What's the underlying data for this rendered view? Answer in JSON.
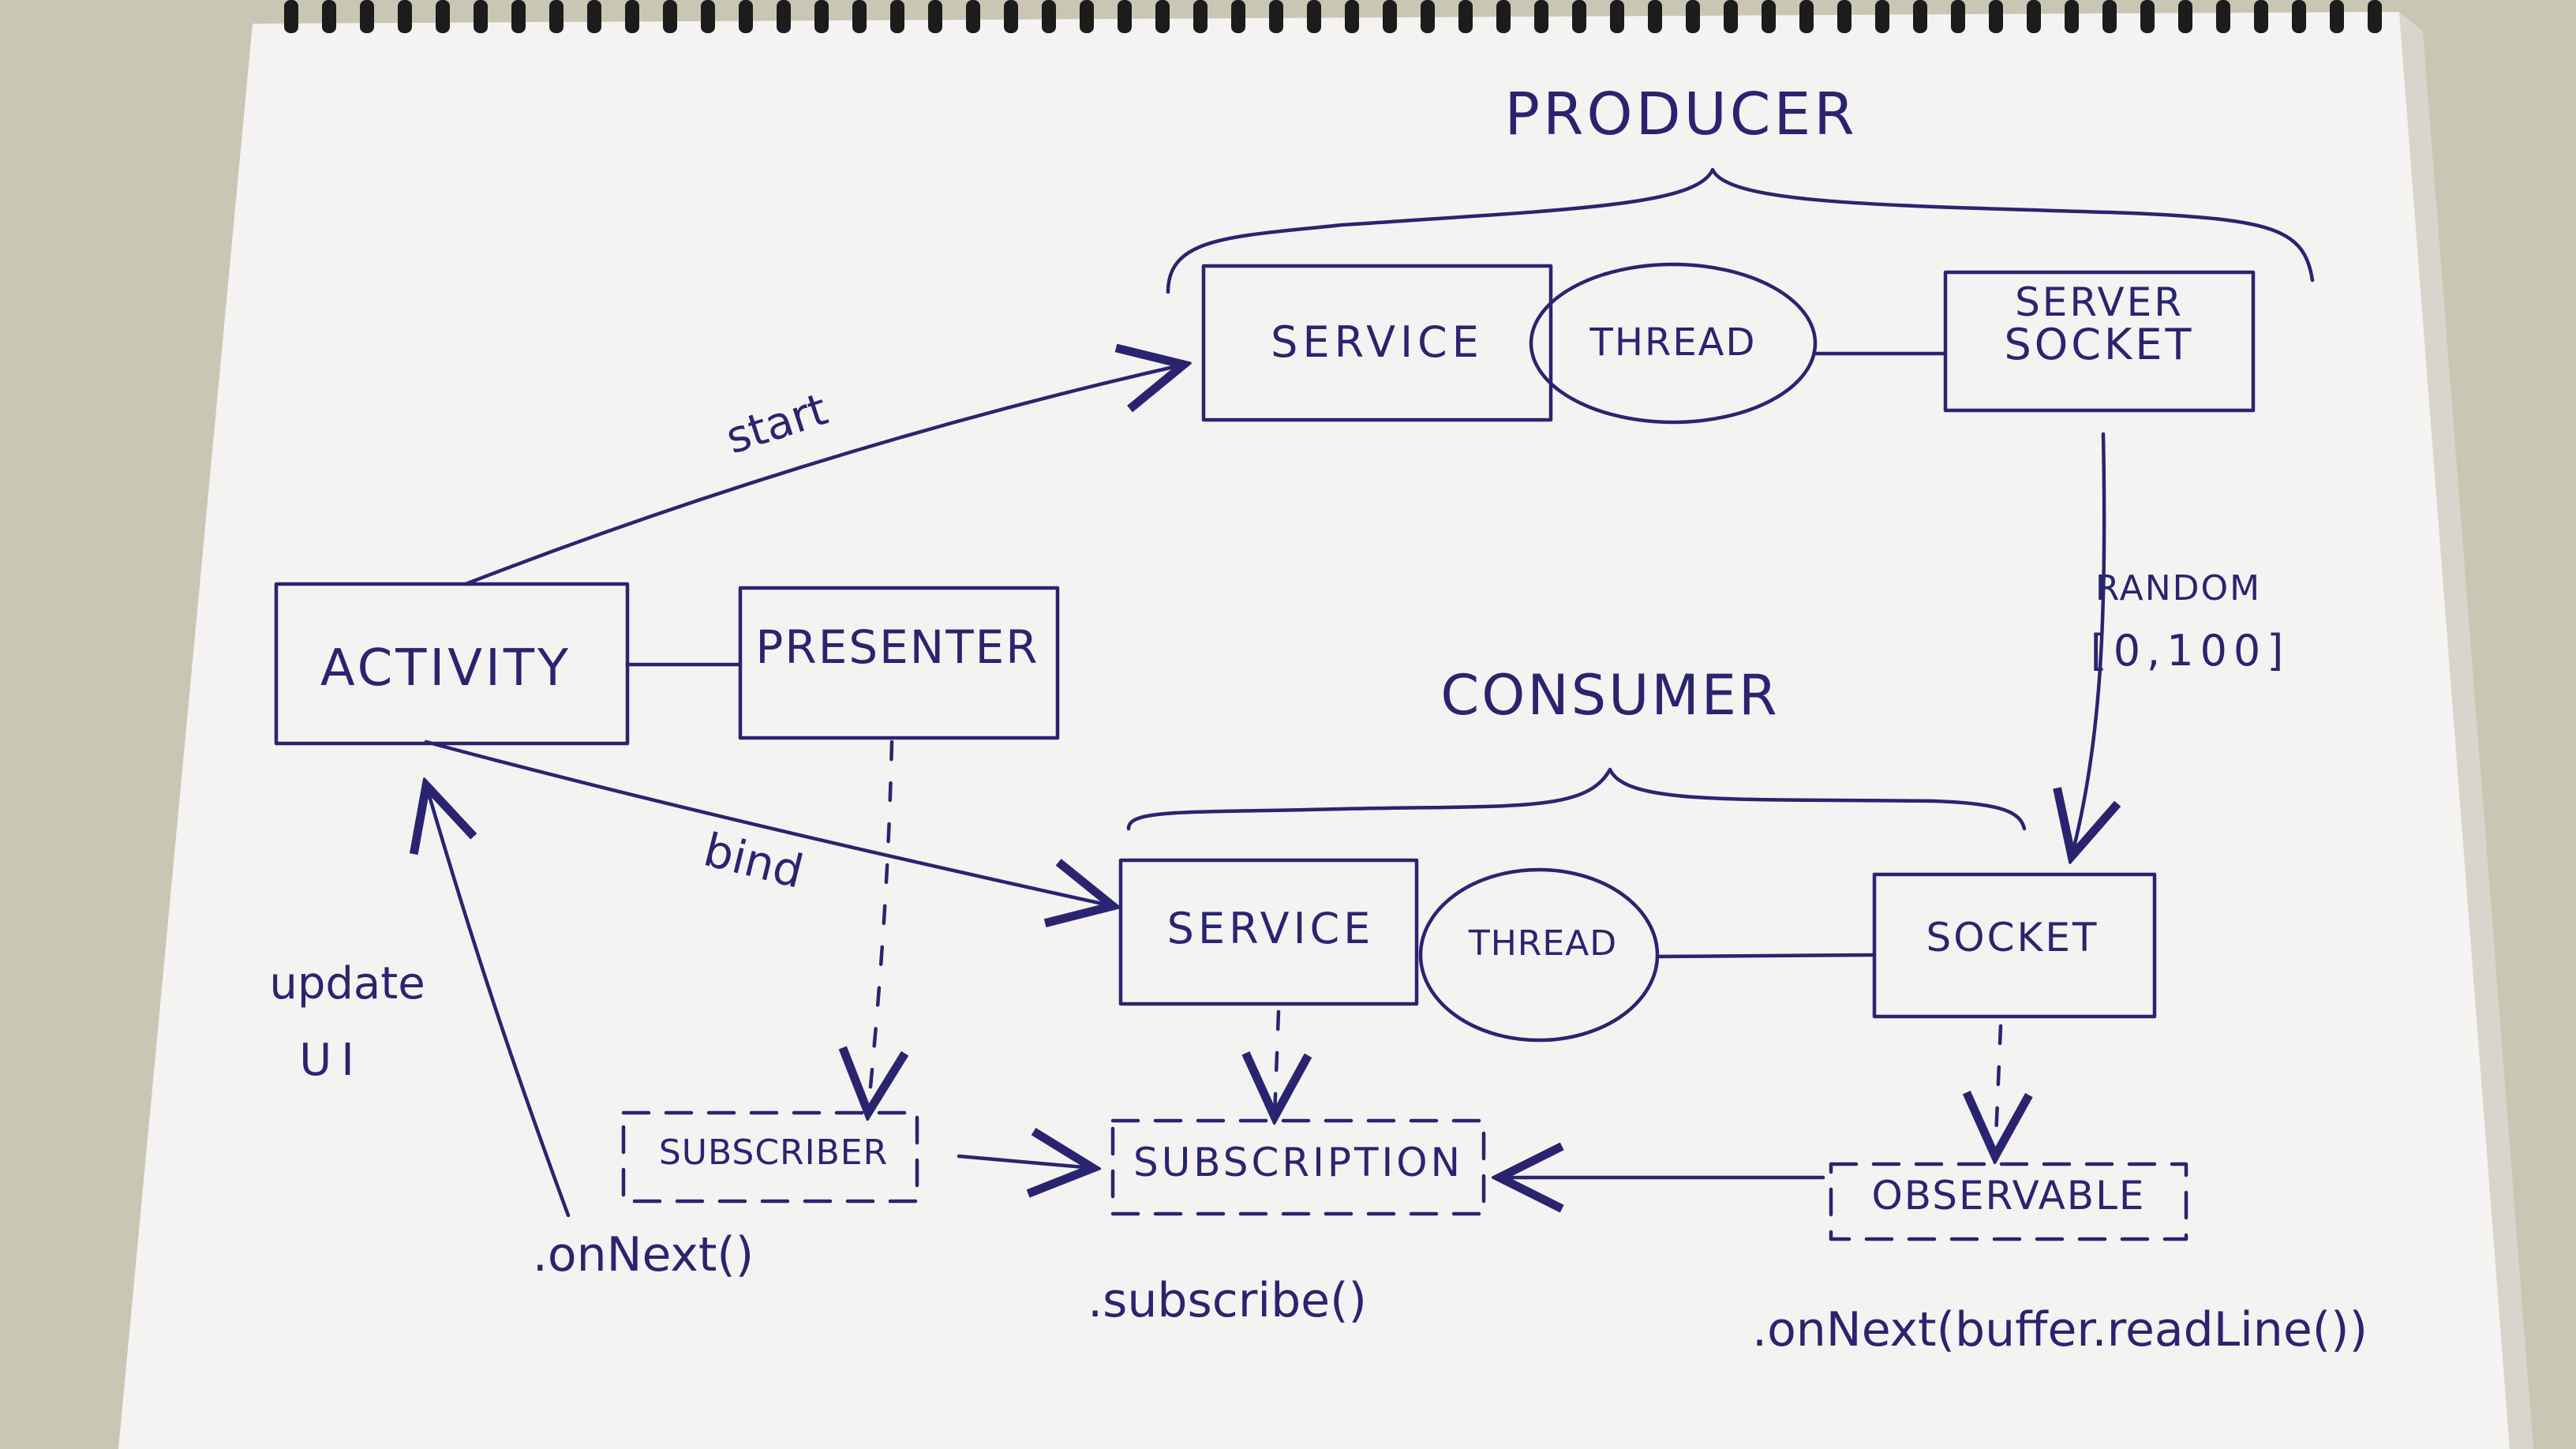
{
  "colors": {
    "ink": "#2a2470",
    "paper": "#f4f3f1",
    "table": "#c9c6b4"
  },
  "groups": {
    "producer": "PRODUCER",
    "consumer": "CONSUMER"
  },
  "nodes": {
    "activity": "ACTIVITY",
    "presenter": "PRESENTER",
    "producer_service": "SERVICE",
    "producer_thread": "THREAD",
    "server_socket_line1": "SERVER",
    "server_socket_line2": "SOCKET",
    "consumer_service": "SERVICE",
    "consumer_thread": "THREAD",
    "consumer_socket": "SOCKET",
    "subscriber": "SUBSCRIBER",
    "subscription": "SUBSCRIPTION",
    "observable": "OBSERVABLE"
  },
  "edges": {
    "start": "start",
    "bind": "bind",
    "random_line1": "RANDOM",
    "random_line2": "[0,100]",
    "update_line1": "update",
    "update_line2": "UI"
  },
  "annotations": {
    "on_next": ".onNext()",
    "subscribe": ".subscribe()",
    "on_next_buffer": ".onNext(buffer.readLine())"
  }
}
